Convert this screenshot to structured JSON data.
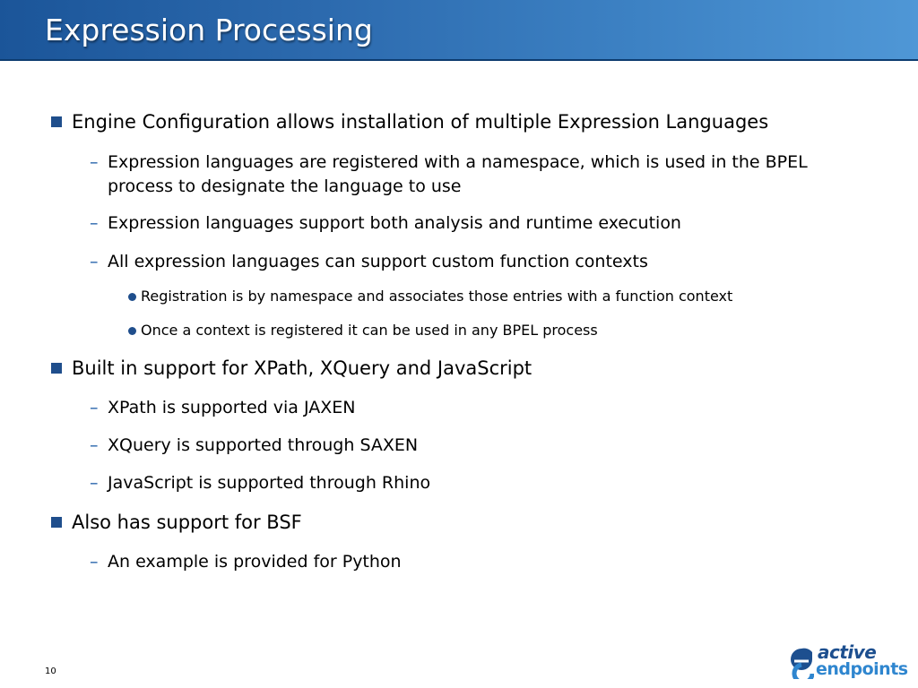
{
  "slide": {
    "title": "Expression Processing",
    "page_number": "10"
  },
  "bullets": {
    "engine_config": "Engine Configuration allows installation of multiple Expression Languages",
    "registered_line1": "Expression languages are registered with a namespace, which is used in the BPEL",
    "registered_line2": "process to designate the language to use",
    "analysis_runtime": "Expression languages support both analysis and runtime execution",
    "custom_contexts": "All expression languages can support custom function contexts",
    "registration": "Registration is by namespace and associates those entries with a function context",
    "once_registered": "Once a context is registered it can be used in any BPEL process",
    "builtin_support": "Built in support for XPath, XQuery and JavaScript",
    "xpath": "XPath is supported via JAXEN",
    "xquery": "XQuery is supported through SAXEN",
    "javascript": "JavaScript is supported through Rhino",
    "bsf": "Also has support for BSF",
    "python": "An example is provided for Python"
  },
  "markers": {
    "level1": "square-bullet-icon",
    "level2": "–",
    "level3": "dot-bullet-icon"
  },
  "logo": {
    "line1": "active",
    "line2": "endpoints",
    "colors": {
      "dark": "#1d4f8f",
      "light": "#2f86cf"
    }
  },
  "theme": {
    "title_bar": "#2c6aae",
    "bullet": "#1f4e8c",
    "dash": "#1f5fa8"
  }
}
